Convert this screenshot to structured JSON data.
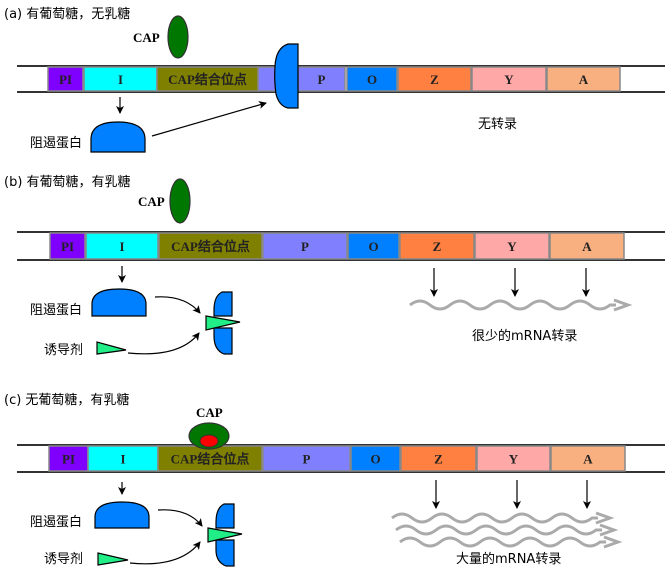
{
  "panels": [
    {
      "title": "(a) 有葡萄糖，无乳糖",
      "cap_label": "CAP",
      "repressor_label": "阻遏蛋白",
      "result_label": "无转录",
      "cap_bound": false,
      "repressor_bound": true,
      "mrna_strands": 0
    },
    {
      "title": "(b) 有葡萄糖，有乳糖",
      "cap_label": "CAP",
      "repressor_label": "阻遏蛋白",
      "inducer_label": "诱导剂",
      "result_label": "很少的mRNA转录",
      "cap_bound": false,
      "repressor_bound": false,
      "mrna_strands": 1
    },
    {
      "title": "(c) 无葡萄糖，有乳糖",
      "cap_label": "CAP",
      "repressor_label": "阻遏蛋白",
      "inducer_label": "诱导剂",
      "result_label": "大量的mRNA转录",
      "cap_bound": true,
      "repressor_bound": false,
      "mrna_strands": 3
    }
  ],
  "genes": [
    {
      "id": "PI",
      "label": "PI",
      "color": "#7F00FF"
    },
    {
      "id": "I",
      "label": "I",
      "color": "#00FFFF"
    },
    {
      "id": "CAP",
      "label": "CAP结合位点",
      "color": "#808000"
    },
    {
      "id": "P",
      "label": "P",
      "color": "#8080FF"
    },
    {
      "id": "O",
      "label": "O",
      "color": "#0080FF"
    },
    {
      "id": "Z",
      "label": "Z",
      "color": "#FF8040"
    },
    {
      "id": "Y",
      "label": "Y",
      "color": "#FFA8A8"
    },
    {
      "id": "A",
      "label": "A",
      "color": "#F8B080"
    }
  ],
  "colors": {
    "cap_protein": "#007700",
    "camp": "#FF0000",
    "repressor": "#0080FF",
    "inducer": "#22EE88",
    "mrna": "#AAAAAA"
  }
}
